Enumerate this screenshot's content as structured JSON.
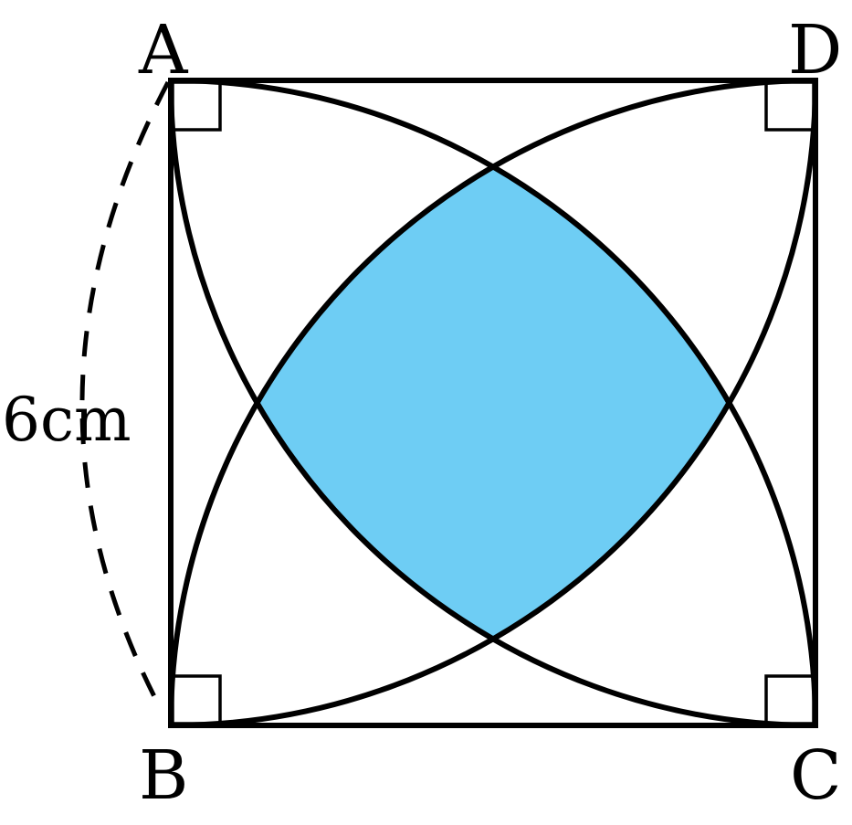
{
  "vertices": {
    "top_left": "A",
    "top_right": "D",
    "bottom_left": "B",
    "bottom_right": "C"
  },
  "side_length_label": "6cm",
  "colors": {
    "shaded_region": "#6ECDF4",
    "lines": "#000000",
    "background": "#FFFFFF"
  }
}
